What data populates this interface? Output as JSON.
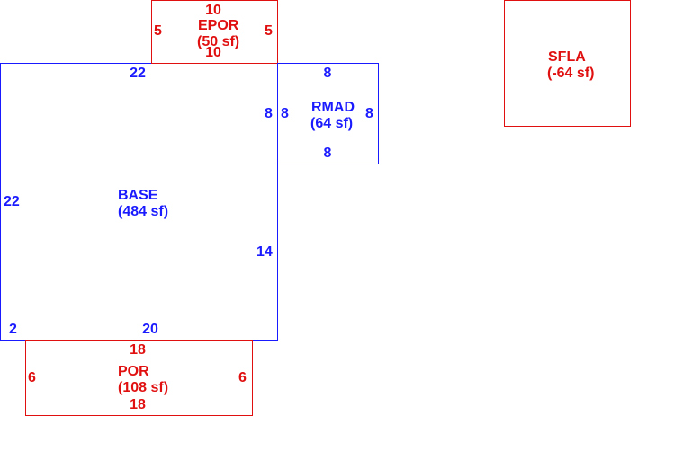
{
  "colors": {
    "living": "#1a1aff",
    "non_living": "#e01010"
  },
  "areas": {
    "base": {
      "name": "BASE",
      "area": "(484 sf)",
      "dims": {
        "top": "22",
        "left": "22",
        "right_lower": "14",
        "bottom": "20",
        "bottom_left": "2"
      }
    },
    "epor": {
      "name": "EPOR",
      "area": "(50 sf)",
      "dims": {
        "top": "10",
        "left": "5",
        "right": "5",
        "bottom": "10"
      }
    },
    "rmad": {
      "name": "RMAD",
      "area": "(64 sf)",
      "dims": {
        "top": "8",
        "outer_left": "8",
        "inner_left": "8",
        "right": "8",
        "bottom": "8"
      }
    },
    "por": {
      "name": "POR",
      "area": "(108 sf)",
      "dims": {
        "top": "18",
        "left": "6",
        "right": "6",
        "bottom": "18"
      }
    },
    "sfla": {
      "name": "SFLA",
      "area": "(-64 sf)"
    }
  }
}
